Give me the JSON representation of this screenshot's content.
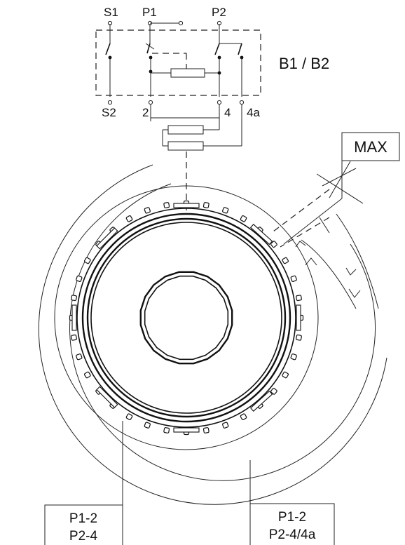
{
  "terminals": {
    "s1": "S1",
    "p1": "P1",
    "p2": "P2",
    "s2": "S2",
    "t2": "2",
    "t4": "4",
    "t4a": "4a"
  },
  "module_label": "B1 / B2",
  "max_box": {
    "label": "MAX"
  },
  "bottom_left_box": {
    "line1": "P1-2",
    "line2": "P2-4"
  },
  "bottom_right_box": {
    "line1": "P1-2",
    "line2": "P2-4/4a"
  },
  "colors": {
    "ink": "#111111",
    "background": "#ffffff"
  }
}
